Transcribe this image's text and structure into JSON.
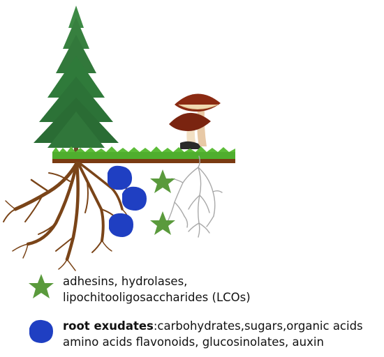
{
  "legend": {
    "star": {
      "icon": "green-star-icon",
      "color": "#5a9a3c",
      "line1": "adhesins, hydrolases,",
      "line2": "lipochitooligosaccharides (LCOs)"
    },
    "blob": {
      "icon": "blue-blob-icon",
      "color": "#1f3fc2",
      "title": "root exudates",
      "line1_rest": ":carbohydrates,sugars,organic acids",
      "line2": "amino acids flavonoids, glucosinolates, auxin"
    }
  },
  "colors": {
    "soil": "#7a3b12",
    "grass": "#4fae2e",
    "tree_root": "#7a4418",
    "fungal_hyphae": "#a9a9a9",
    "tree_foliage": "#2f7a3a",
    "mushroom_cap": "#8b2a12"
  }
}
